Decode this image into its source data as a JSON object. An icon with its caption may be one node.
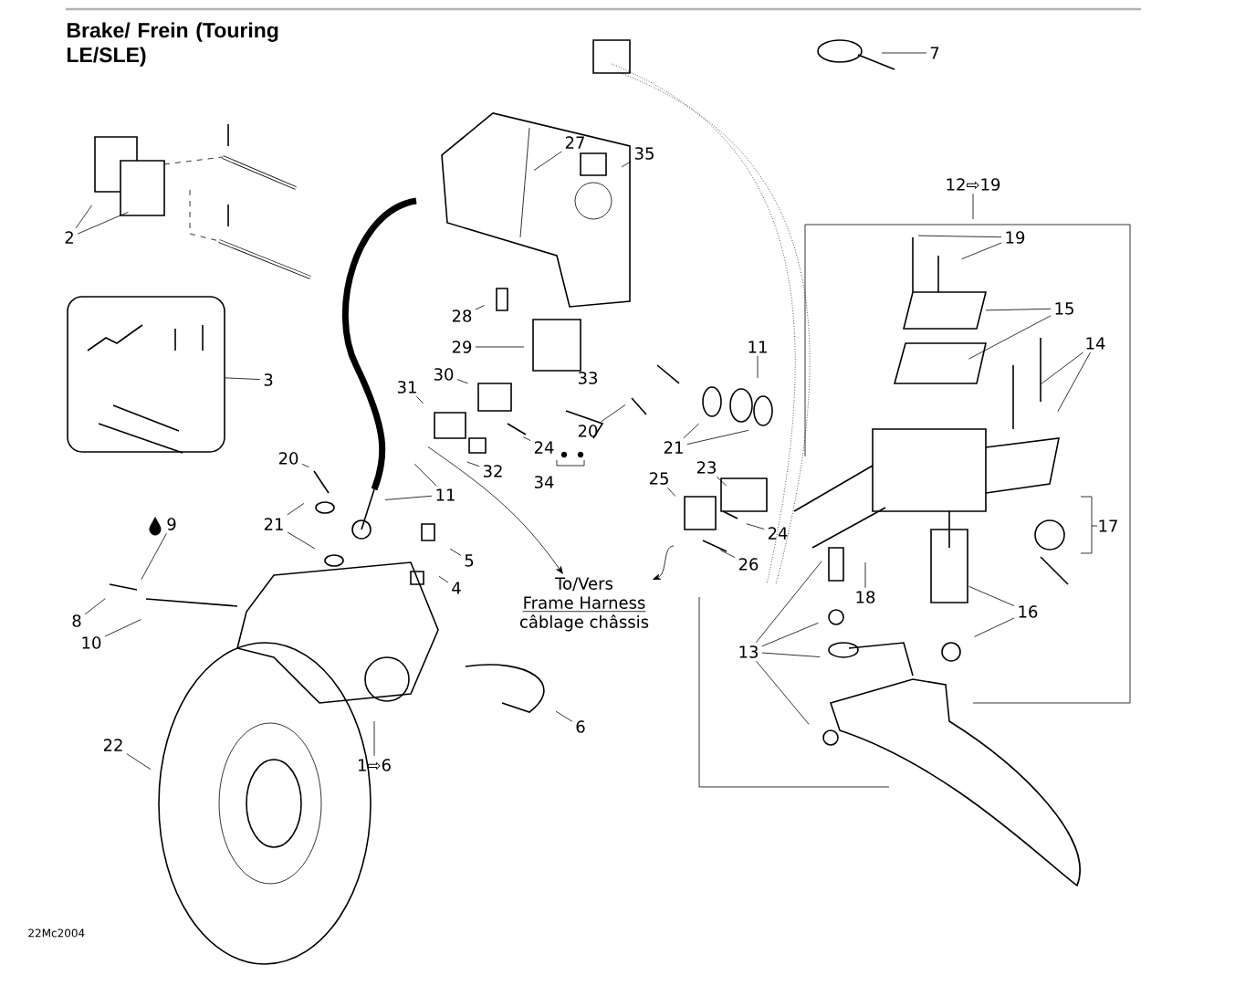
{
  "diagram": {
    "title": "Brake/ Frein (Touring LE/SLE)",
    "nodes": [
      {
        "text": [
          "2"
        ]
      },
      {
        "text": [
          "27"
        ]
      },
      {
        "text": [
          "35"
        ]
      },
      {
        "text": [
          "7"
        ]
      },
      {
        "text": [
          "12⇨19"
        ]
      },
      {
        "text": [
          "19"
        ]
      },
      {
        "text": [
          "3"
        ]
      },
      {
        "text": [],
        "shape": "box"
      },
      {
        "text": [
          "28"
        ]
      },
      {
        "text": [
          "29"
        ]
      },
      {
        "text": [
          "15"
        ]
      },
      {
        "text": [
          "14"
        ]
      },
      {
        "text": [
          "30"
        ]
      },
      {
        "text": [
          "11"
        ]
      },
      {
        "text": [
          "31"
        ]
      },
      {
        "text": [
          "20"
        ]
      },
      {
        "text": [
          "21"
        ]
      },
      {
        "text": [
          "24"
        ]
      },
      {
        "text": [
          "20"
        ]
      },
      {
        "text": [
          "23"
        ]
      },
      {
        "text": [
          "32"
        ]
      },
      {
        "text": [
          "25"
        ]
      },
      {
        "text": [
          "11"
        ]
      },
      {
        "text": [
          "21"
        ]
      },
      {
        "text": [
          "9"
        ]
      },
      {
        "text": [
          "24"
        ]
      },
      {
        "text": [
          "5"
        ]
      },
      {
        "text": [
          "26"
        ]
      },
      {
        "text": [
          "To/Vers",
          "Frame Harness",
          "câblage châssis"
        ]
      },
      {
        "text": [
          "4"
        ]
      },
      {
        "text": [
          "18"
        ]
      },
      {
        "text": [
          "16"
        ]
      },
      {
        "text": [
          "8"
        ]
      },
      {
        "text": [
          "10"
        ]
      },
      {
        "text": [
          "13"
        ]
      },
      {
        "text": [
          "6"
        ]
      },
      {
        "text": [
          "22"
        ]
      },
      {
        "text": [
          "1⇨6"
        ]
      }
    ],
    "edges": [
      {
        "from": 0,
        "to": null,
        "arrow": "none"
      },
      {
        "from": 0,
        "to": null,
        "arrow": "none"
      },
      {
        "from": 1,
        "to": null,
        "arrow": "none"
      },
      {
        "from": 2,
        "to": null,
        "arrow": "none"
      },
      {
        "from": 3,
        "to": null,
        "arrow": "none"
      },
      {
        "from": 4,
        "to": null,
        "arrow": "none"
      },
      {
        "from": 5,
        "to": null,
        "arrow": "none"
      },
      {
        "from": 5,
        "to": null,
        "arrow": "none"
      },
      {
        "from": 6,
        "to": 7,
        "arrow": "none"
      },
      {
        "from": 8,
        "to": null,
        "arrow": "none"
      },
      {
        "from": 9,
        "to": null,
        "arrow": "none"
      },
      {
        "from": 10,
        "to": null,
        "arrow": "none"
      },
      {
        "from": 10,
        "to": null,
        "arrow": "none"
      },
      {
        "from": 11,
        "to": null,
        "arrow": "none"
      },
      {
        "from": 11,
        "to": null,
        "arrow": "none"
      },
      {
        "from": 12,
        "to": null,
        "arrow": "none"
      },
      {
        "from": 13,
        "to": null,
        "arrow": "none"
      },
      {
        "from": 14,
        "to": null,
        "arrow": "none"
      },
      {
        "from": 15,
        "to": null,
        "arrow": "none"
      },
      {
        "from": 16,
        "to": null,
        "arrow": "none"
      },
      {
        "from": 16,
        "to": null,
        "arrow": "none"
      },
      {
        "from": 17,
        "to": null,
        "arrow": "none"
      },
      {
        "from": 18,
        "to": null,
        "arrow": "none"
      },
      {
        "from": 19,
        "to": null,
        "arrow": "none"
      },
      {
        "from": 20,
        "to": null,
        "arrow": "none"
      },
      {
        "from": 21,
        "to": null,
        "arrow": "none"
      },
      {
        "from": 22,
        "to": null,
        "arrow": "none"
      },
      {
        "from": 22,
        "to": null,
        "arrow": "none"
      },
      {
        "from": 23,
        "to": null,
        "arrow": "none"
      },
      {
        "from": 23,
        "to": null,
        "arrow": "none"
      },
      {
        "from": 24,
        "to": null,
        "arrow": "none"
      },
      {
        "from": 25,
        "to": null,
        "arrow": "none"
      },
      {
        "from": 26,
        "to": null,
        "arrow": "none"
      },
      {
        "from": 27,
        "to": null,
        "arrow": "none"
      },
      {
        "from": null,
        "to": 28,
        "arrow": "to"
      },
      {
        "from": null,
        "to": 28,
        "arrow": "to"
      },
      {
        "from": 29,
        "to": null,
        "arrow": "none"
      },
      {
        "from": 30,
        "to": null,
        "arrow": "none"
      },
      {
        "from": 31,
        "to": null,
        "arrow": "none"
      },
      {
        "from": 31,
        "to": null,
        "arrow": "none"
      },
      {
        "from": 32,
        "to": null,
        "arrow": "none"
      },
      {
        "from": 33,
        "to": null,
        "arrow": "none"
      },
      {
        "from": 34,
        "to": null,
        "arrow": "none"
      },
      {
        "from": 34,
        "to": null,
        "arrow": "none"
      },
      {
        "from": 34,
        "to": null,
        "arrow": "none"
      },
      {
        "from": 34,
        "to": null,
        "arrow": "none"
      },
      {
        "from": 35,
        "to": null,
        "arrow": "none"
      },
      {
        "from": 36,
        "to": null,
        "arrow": "none"
      },
      {
        "from": 37,
        "to": null,
        "arrow": "none"
      }
    ],
    "labels": [
      "33",
      "34",
      "17",
      "22Mc2004"
    ]
  }
}
